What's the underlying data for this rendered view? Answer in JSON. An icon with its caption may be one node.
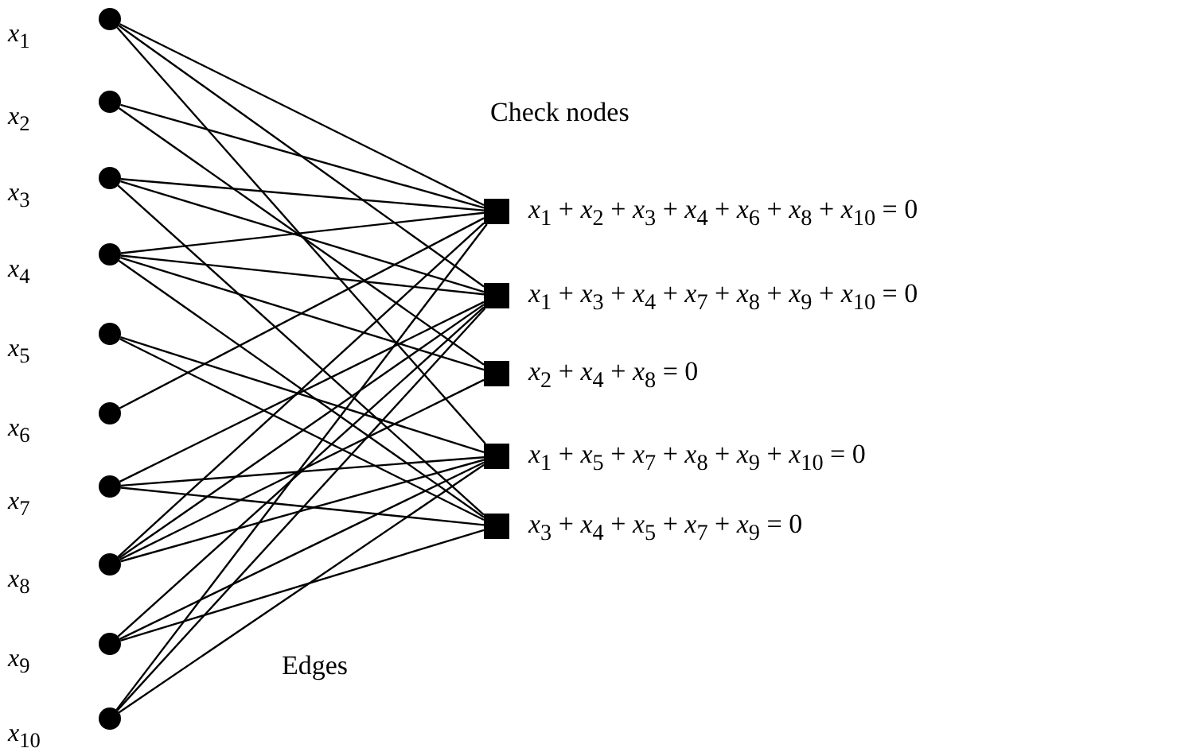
{
  "diagram": {
    "nodes": [
      {
        "text": [],
        "shape": "circle",
        "beside": [
          "*x*$_{1}$"
        ]
      },
      {
        "text": [],
        "shape": "circle",
        "beside": [
          "*x*$_{2}$"
        ]
      },
      {
        "text": [],
        "shape": "circle",
        "beside": [
          "*x*$_{3}$"
        ]
      },
      {
        "text": [],
        "shape": "circle",
        "beside": [
          "*x*$_{4}$"
        ]
      },
      {
        "text": [],
        "shape": "circle",
        "beside": [
          "*x*$_{5}$"
        ]
      },
      {
        "text": [],
        "shape": "circle",
        "beside": [
          "*x*$_{6}$"
        ]
      },
      {
        "text": [],
        "shape": "circle",
        "beside": [
          "*x*$_{7}$"
        ]
      },
      {
        "text": [],
        "shape": "circle",
        "beside": [
          "*x*$_{8}$"
        ]
      },
      {
        "text": [],
        "shape": "circle",
        "beside": [
          "*x*$_{9}$"
        ]
      },
      {
        "text": [],
        "shape": "circle",
        "beside": [
          "*x*$_{10}$"
        ]
      },
      {
        "text": [],
        "shape": "box",
        "beside": [
          "*x*$_{1}$ + *x*$_{2}$ + *x*$_{3}$ + *x*$_{4}$ + *x*$_{6}$ + *x*$_{8}$ + *x*$_{10}$ = 0"
        ]
      },
      {
        "text": [],
        "shape": "box",
        "beside": [
          "*x*$_{1}$ + *x*$_{3}$ + *x*$_{4}$ + *x*$_{7}$ + *x*$_{8}$ + *x*$_{9}$ + *x*$_{10}$ = 0"
        ]
      },
      {
        "text": [],
        "shape": "box",
        "beside": [
          "*x*$_{2}$ + *x*$_{4}$ + *x*$_{8}$ = 0"
        ]
      },
      {
        "text": [],
        "shape": "box",
        "beside": [
          "*x*$_{1}$ + *x*$_{5}$ + *x*$_{7}$ + *x*$_{8}$ + *x*$_{9}$ + *x*$_{10}$ = 0"
        ]
      },
      {
        "text": [],
        "shape": "box",
        "beside": [
          "*x*$_{3}$ + *x*$_{4}$ + *x*$_{5}$ + *x*$_{7}$ + *x*$_{9}$ = 0"
        ]
      }
    ],
    "edges": [
      {
        "from": 0,
        "to": 10,
        "arrow": "none"
      },
      {
        "from": 1,
        "to": 10,
        "arrow": "none"
      },
      {
        "from": 2,
        "to": 10,
        "arrow": "none"
      },
      {
        "from": 3,
        "to": 10,
        "arrow": "none"
      },
      {
        "from": 5,
        "to": 10,
        "arrow": "none"
      },
      {
        "from": 7,
        "to": 10,
        "arrow": "none"
      },
      {
        "from": 9,
        "to": 10,
        "arrow": "none"
      },
      {
        "from": 0,
        "to": 11,
        "arrow": "none"
      },
      {
        "from": 2,
        "to": 11,
        "arrow": "none"
      },
      {
        "from": 3,
        "to": 11,
        "arrow": "none"
      },
      {
        "from": 6,
        "to": 11,
        "arrow": "none"
      },
      {
        "from": 7,
        "to": 11,
        "arrow": "none"
      },
      {
        "from": 8,
        "to": 11,
        "arrow": "none"
      },
      {
        "from": 9,
        "to": 11,
        "arrow": "none"
      },
      {
        "from": 1,
        "to": 12,
        "arrow": "none"
      },
      {
        "from": 3,
        "to": 12,
        "arrow": "none"
      },
      {
        "from": 7,
        "to": 12,
        "arrow": "none"
      },
      {
        "from": 0,
        "to": 13,
        "arrow": "none"
      },
      {
        "from": 4,
        "to": 13,
        "arrow": "none"
      },
      {
        "from": 6,
        "to": 13,
        "arrow": "none"
      },
      {
        "from": 7,
        "to": 13,
        "arrow": "none"
      },
      {
        "from": 8,
        "to": 13,
        "arrow": "none"
      },
      {
        "from": 9,
        "to": 13,
        "arrow": "none"
      },
      {
        "from": 2,
        "to": 14,
        "arrow": "none"
      },
      {
        "from": 3,
        "to": 14,
        "arrow": "none"
      },
      {
        "from": 4,
        "to": 14,
        "arrow": "none"
      },
      {
        "from": 6,
        "to": 14,
        "arrow": "none"
      },
      {
        "from": 8,
        "to": 14,
        "arrow": "none"
      }
    ],
    "labels": [
      "Check nodes",
      "Edges"
    ]
  }
}
